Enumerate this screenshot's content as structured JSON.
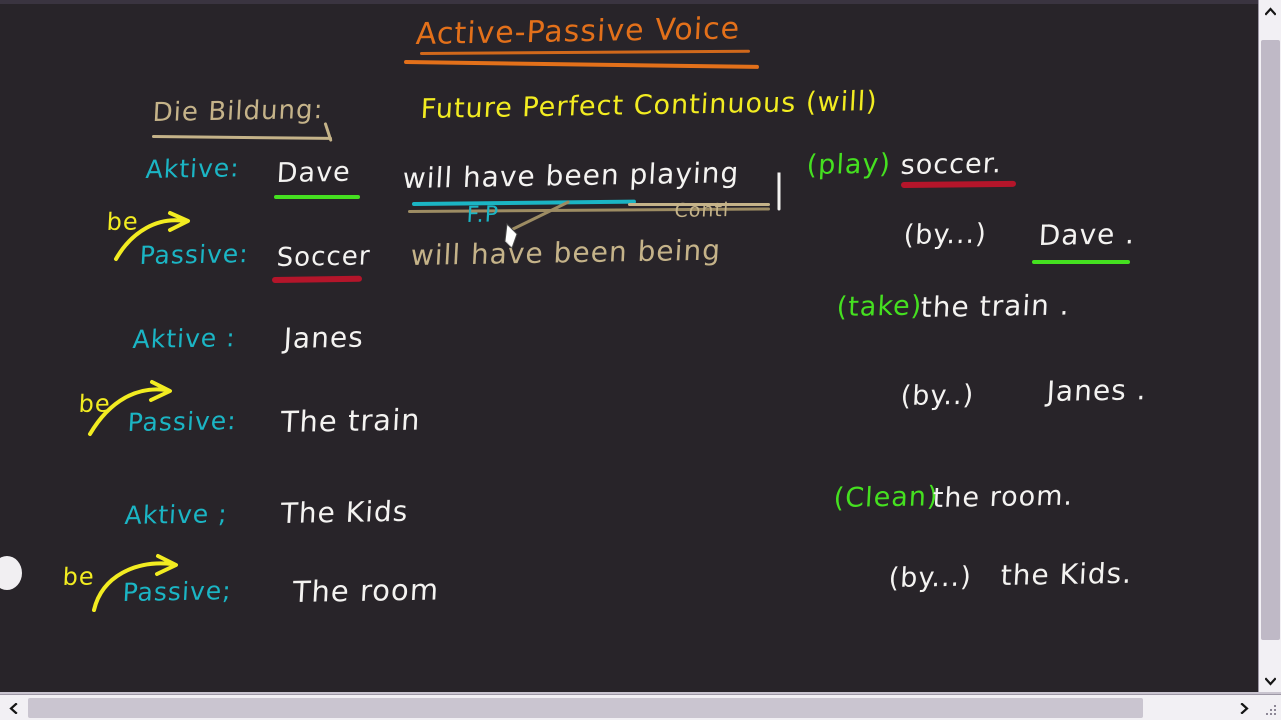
{
  "window": {
    "background_color": "#282429",
    "chrome_color": "#f2f0f4",
    "vscroll_up_icon": "chevron-up",
    "vscroll_down_icon": "chevron-down",
    "hscroll_left_icon": "chevron-left",
    "hscroll_right_icon": "chevron-right"
  },
  "board": {
    "title": "Active-Passive Voice",
    "title_color": "#e3701a",
    "section_label": "Die Bildung:",
    "section_label_color": "#c5b389",
    "tense_heading": "Future Perfect Continuous (will)",
    "tense_heading_color": "#f2ec21",
    "formula": {
      "active": "will have been playing",
      "passive": "will have been being",
      "tag_future_perfect": "F.P",
      "tag_continuous": "Conti",
      "active_color": "#f4f3f1",
      "passive_color": "#c5b389",
      "fp_underline_color": "#1bb5c4",
      "conti_underline_color": "#c5b389"
    },
    "be_marker": "be",
    "be_marker_color": "#f2ec21",
    "examples": [
      {
        "active_label": "Aktive:",
        "active_subject": "Dave",
        "active_subject_underline": "#45e020",
        "verb": "(play)",
        "verb_color": "#45e020",
        "object": "soccer.",
        "object_underline": "#b4152a",
        "passive_label": "Passive:",
        "passive_subject": "Soccer",
        "passive_subject_underline": "#b4152a",
        "agent": "(by...)",
        "agent_noun": "Dave .",
        "agent_noun_underline": "#45e020"
      },
      {
        "active_label": "Aktive :",
        "active_subject": "Janes",
        "verb": "(take)",
        "verb_color": "#45e020",
        "object": "the  train .",
        "passive_label": "Passive:",
        "passive_subject": "The train",
        "agent": "(by..)",
        "agent_noun": "Janes ."
      },
      {
        "active_label": "Aktive ;",
        "active_subject": "The Kids",
        "verb": "(Clean)",
        "verb_color": "#45e020",
        "object": "the  room.",
        "passive_label": "Passive;",
        "passive_subject": "The  room",
        "agent": "(by...)",
        "agent_noun": "the  Kids."
      }
    ]
  }
}
